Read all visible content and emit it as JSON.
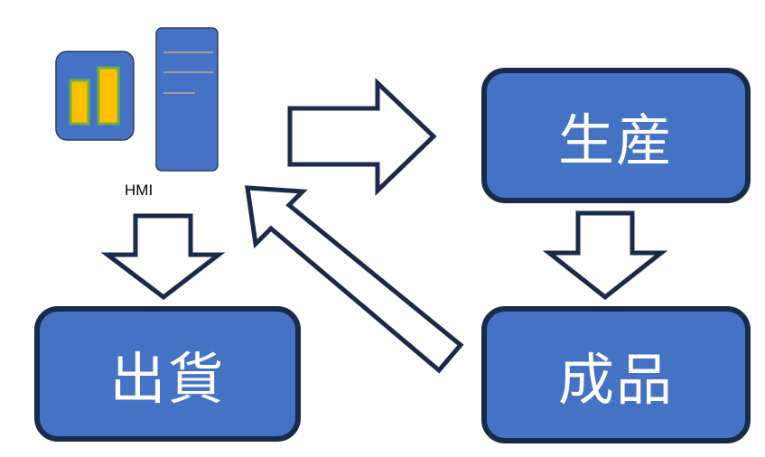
{
  "hmi": {
    "label": "HMI",
    "colors": {
      "panel": "#4472c4",
      "panel_border": "#2f3f5f",
      "bar_fill": "#ffc000",
      "bar_border": "#70ad47",
      "line": "#f4b183"
    }
  },
  "nodes": {
    "production": "生産",
    "finished_goods": "成品",
    "shipping": "出貨"
  },
  "colors": {
    "box_fill": "#4472c4",
    "box_border": "#1a2a4a",
    "arrow_fill": "#ffffff",
    "arrow_stroke": "#1a2a4a",
    "text": "#ffffff"
  },
  "edges": [
    {
      "from": "HMI",
      "to": "生産"
    },
    {
      "from": "生産",
      "to": "成品"
    },
    {
      "from": "成品",
      "to": "HMI"
    },
    {
      "from": "HMI",
      "to": "出貨"
    }
  ]
}
